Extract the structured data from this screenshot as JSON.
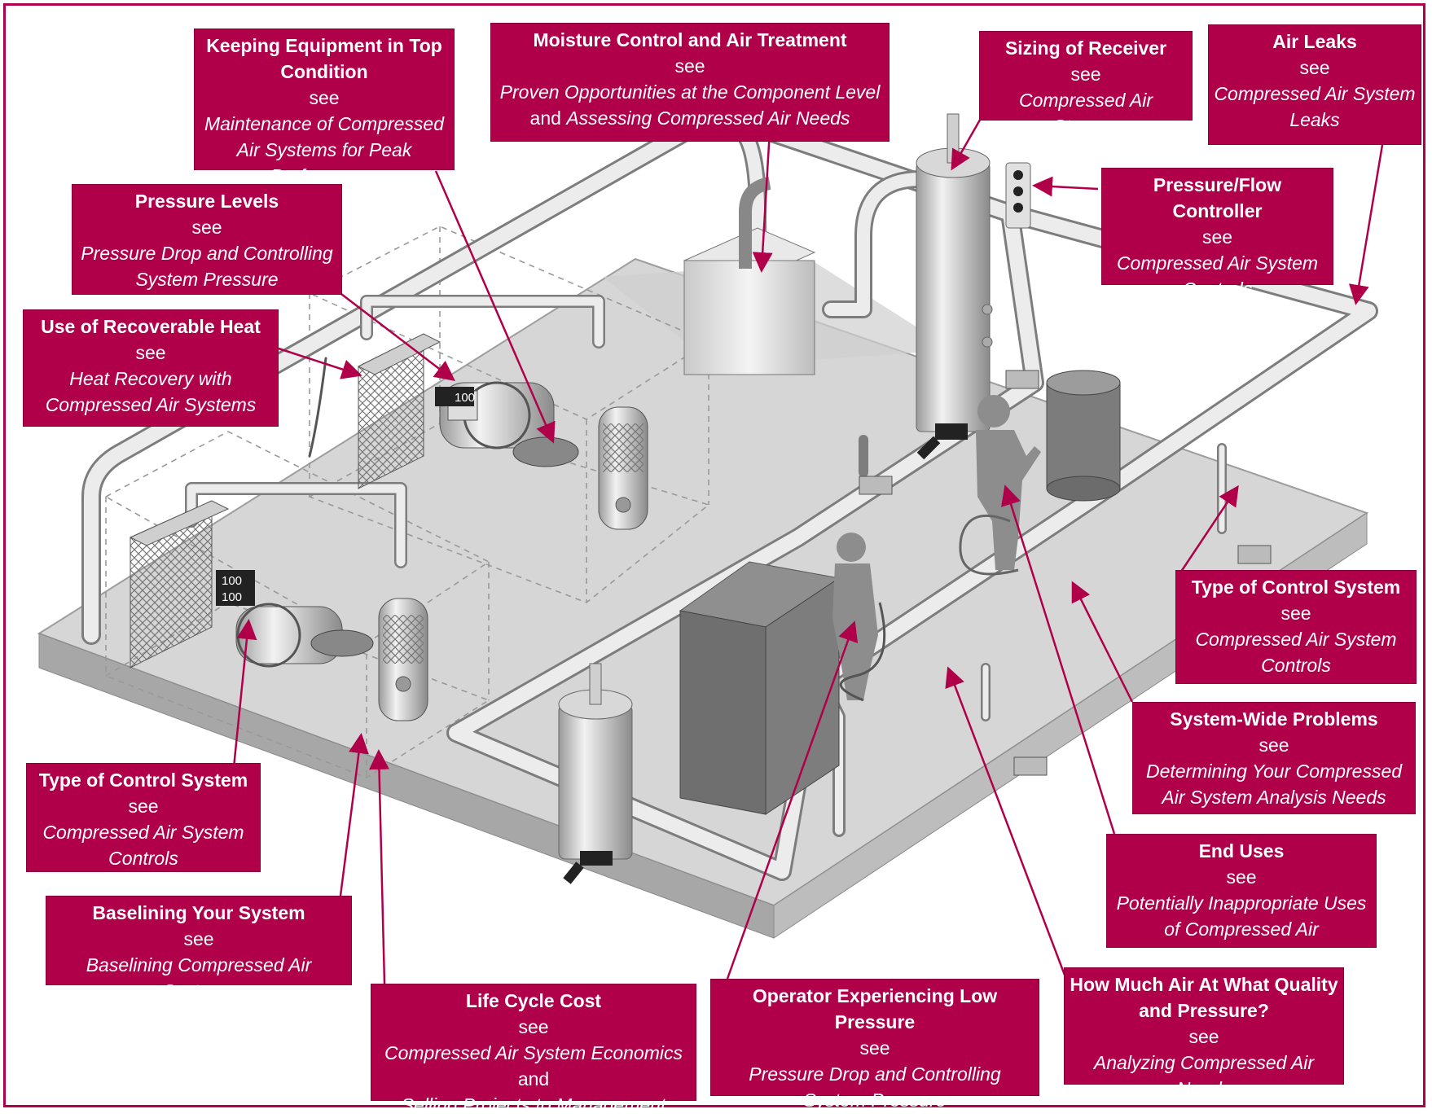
{
  "callouts": {
    "keeping_equipment": {
      "title": "Keeping Equipment in Top Condition",
      "see": "see",
      "ref": "Maintenance of Compressed Air Systems for Peak Performance"
    },
    "moisture_control": {
      "title": "Moisture Control and Air Treatment",
      "see": "see",
      "ref_a": "Proven Opportunities at the Component Level",
      "joiner": "and",
      "ref_b": "Assessing Compressed Air Needs"
    },
    "sizing_receiver": {
      "title": "Sizing of Receiver",
      "see": "see",
      "ref": "Compressed Air Storage"
    },
    "air_leaks": {
      "title": "Air Leaks",
      "see": "see",
      "ref": "Compressed Air System Leaks"
    },
    "pressure_levels": {
      "title": "Pressure Levels",
      "see": "see",
      "ref": "Pressure Drop and Controlling System Pressure"
    },
    "pressure_flow_controller": {
      "title": "Pressure/Flow Controller",
      "see": "see",
      "ref": "Compressed Air System Controls"
    },
    "recoverable_heat": {
      "title": "Use of Recoverable Heat",
      "see": "see",
      "ref": "Heat Recovery with Compressed Air Systems"
    },
    "control_system_right": {
      "title": "Type of Control System",
      "see": "see",
      "ref": "Compressed Air System Controls"
    },
    "system_wide": {
      "title": "System-Wide Problems",
      "see": "see",
      "ref": "Determining Your Compressed Air System Analysis Needs"
    },
    "control_system_left": {
      "title": "Type of Control System",
      "see": "see",
      "ref": "Compressed Air System Controls"
    },
    "end_uses": {
      "title": "End Uses",
      "see": "see",
      "ref": "Potentially Inappropriate Uses of Compressed Air"
    },
    "baselining": {
      "title": "Baselining Your System",
      "see": "see",
      "ref": "Baselining Compressed Air Systems"
    },
    "life_cycle": {
      "title": "Life Cycle Cost",
      "see": "see",
      "ref_a": "Compressed Air System Economics",
      "joiner": "and",
      "ref_b": "Selling Projects to Management"
    },
    "operator_low_pressure": {
      "title": "Operator Experiencing Low Pressure",
      "see": "see",
      "ref": "Pressure Drop and Controlling System Pressure"
    },
    "how_much_air": {
      "title": "How Much Air At What Quality and Pressure?",
      "see": "see",
      "ref": "Analyzing Compressed Air Needs"
    }
  },
  "gauges": {
    "upper": "100",
    "lower_a": "100",
    "lower_b": "100"
  },
  "colors": {
    "accent": "#b0004a",
    "floor": "#d9d9d9",
    "pipe": "#e6e6e6"
  }
}
